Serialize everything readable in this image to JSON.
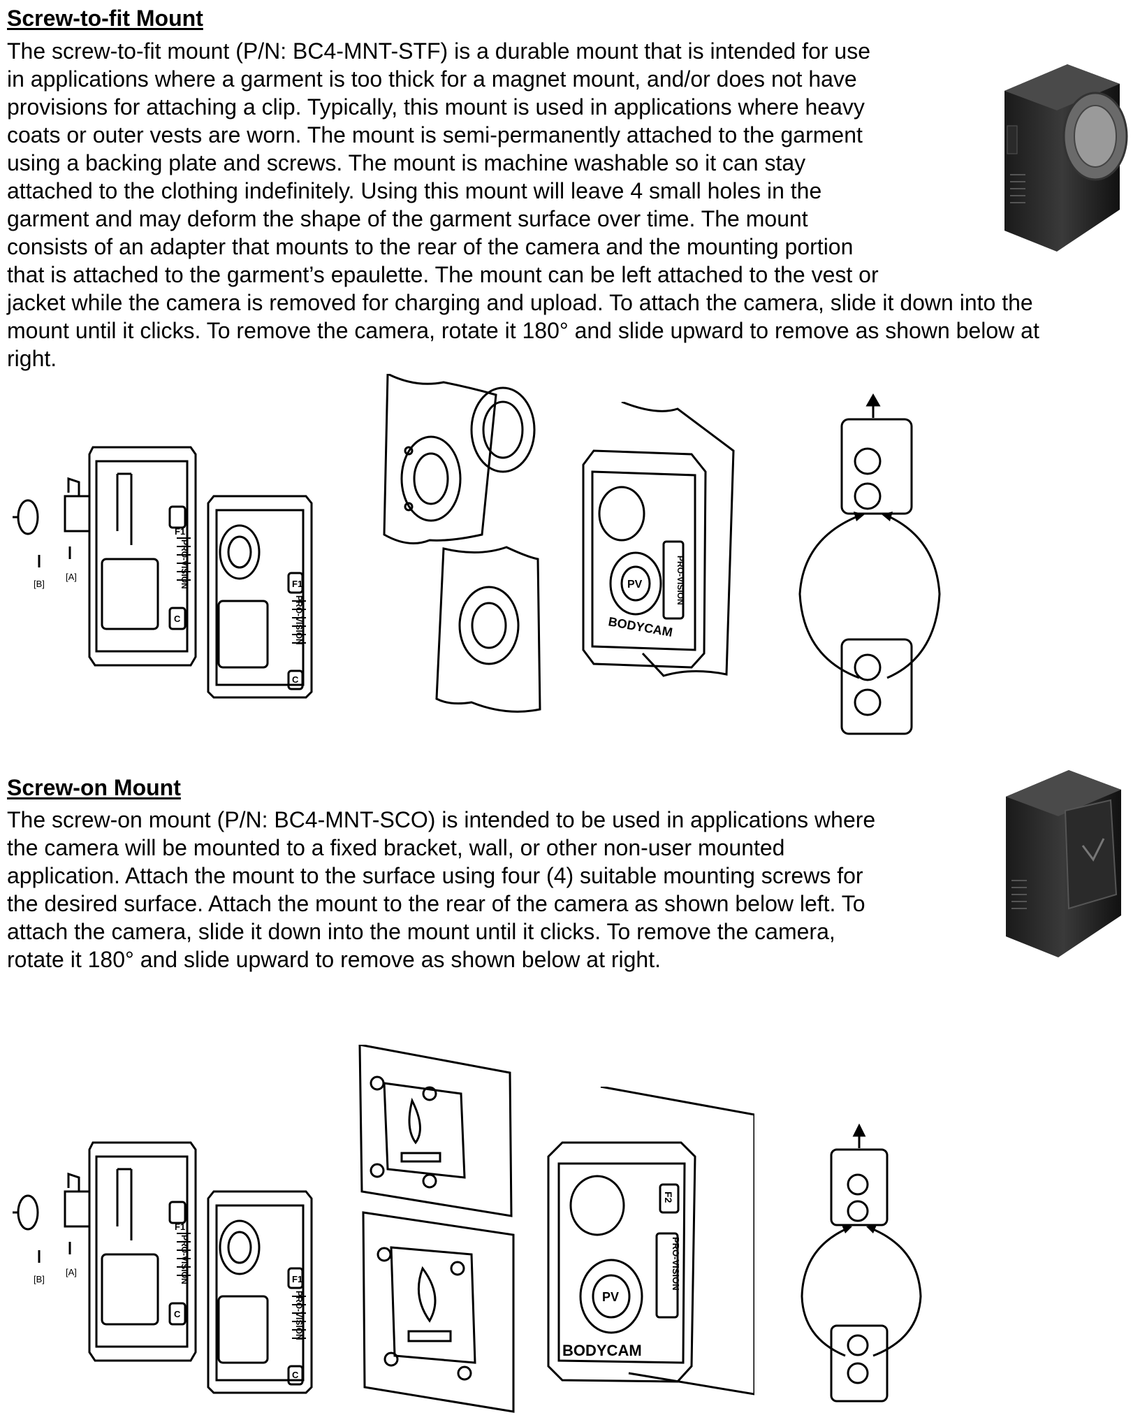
{
  "sections": [
    {
      "heading": "Screw-to-fit Mount",
      "lines": [
        "The screw-to-fit mount (P/N: BC4-MNT-STF) is a durable mount that is intended for use",
        "in applications where a garment is too thick for a magnet mount, and/or does not have",
        "provisions for attaching a clip. Typically, this mount is used in applications where heavy",
        "coats or outer vests are worn. The mount is semi-permanently attached to the garment",
        "using a backing plate and screws. The mount is machine washable so it can stay",
        "attached to the clothing indefinitely. Using this mount will leave 4 small holes in the",
        "garment and may deform the shape of the garment surface over time. The mount",
        "consists of an adapter that mounts to the rear of the camera and the mounting portion",
        "that is attached to the garment’s epaulette. The mount can be left attached to the vest or",
        "jacket while the camera is removed for charging and upload. To attach the camera, slide it down into the",
        "mount until it clicks. To remove the camera, rotate it 180° and slide upward to remove as shown below at",
        "right."
      ]
    },
    {
      "heading": "Screw-on Mount",
      "lines": [
        "The screw-on mount (P/N: BC4-MNT-SCO) is intended to be used in applications where",
        "the camera will be mounted to a fixed bracket, wall, or other non-user mounted",
        "application. Attach the mount to the surface using four (4) suitable mounting screws for",
        "the desired surface. Attach the mount to the rear of the camera as shown below left. To",
        "attach the camera, slide it down into the mount until it clicks. To remove the camera,",
        "rotate it 180° and slide upward to remove as shown below at right."
      ]
    }
  ],
  "labels": {
    "part_a": "[A]",
    "part_b": "[B]",
    "brand": "PRO-VISION",
    "bodycam": "BODYCAM",
    "btn_f1": "F1",
    "btn_f2": "F2",
    "btn_c": "C",
    "logo": "PV"
  }
}
